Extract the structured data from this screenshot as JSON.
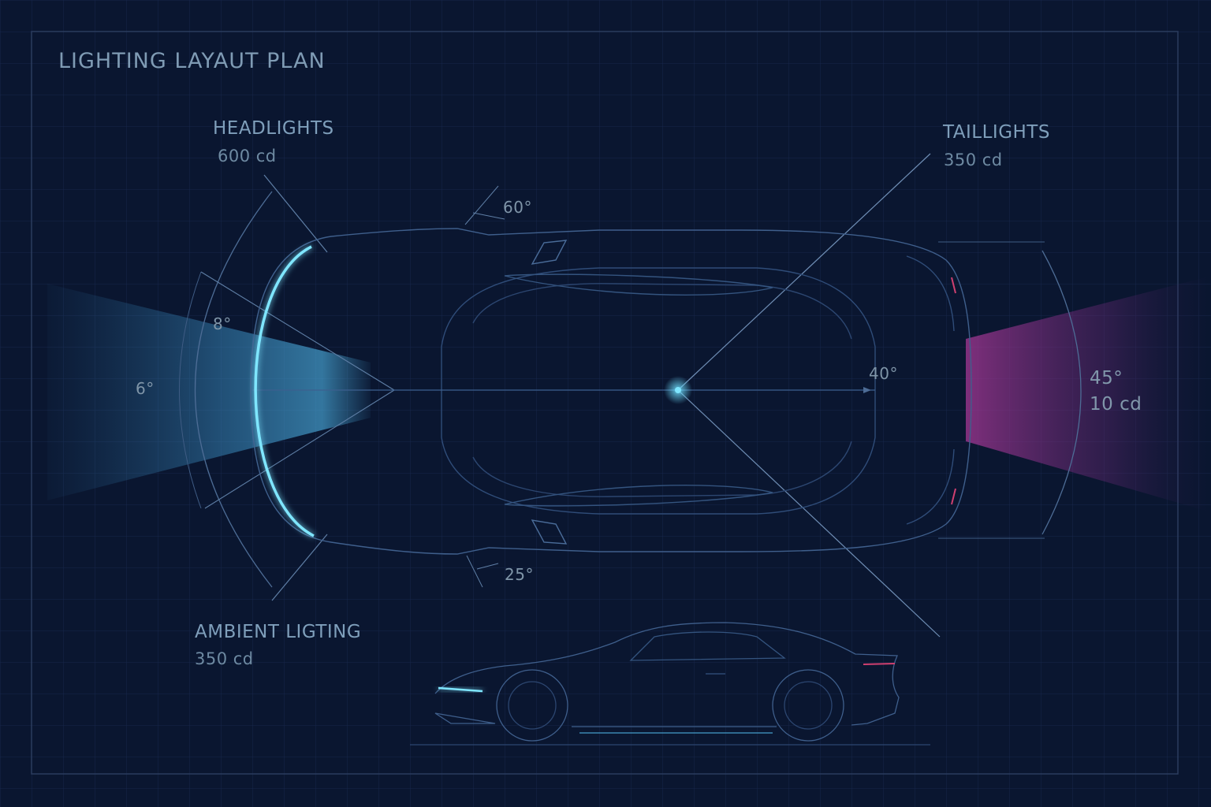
{
  "title": "LIGHTING LAYAUT PLAN",
  "callouts": {
    "headlights": {
      "name": "HEADLIGHTS",
      "value": "600 cd"
    },
    "taillights": {
      "name": "TAILLIGHTS",
      "value": "350 cd"
    },
    "ambient": {
      "name": "AMBIENT LIGTING",
      "value": "350 cd"
    }
  },
  "angles": {
    "front_spread": "6°",
    "front_inner": "8°",
    "mirror_top": "60°",
    "mirror_bottom": "25°",
    "rear_axis": "40°",
    "rear_spread": "45°"
  },
  "rear_intensity": "10 cd",
  "colors": {
    "background": "#0a1630",
    "grid": "#1d2c4a",
    "outline": "#5a7ba6",
    "headlight_beam": "#4fb6e8",
    "headlight_strip": "#7fe6ff",
    "taillight_beam": "#b03a9c",
    "label": "#7f9bb4"
  }
}
